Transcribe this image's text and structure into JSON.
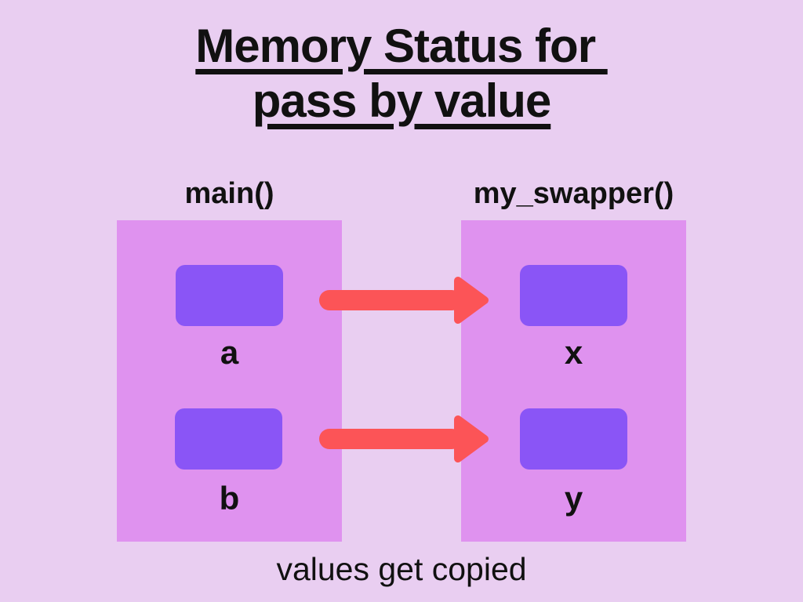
{
  "title": {
    "line1": "Memory Status for ",
    "line2": "pass by value"
  },
  "caption": "values get copied",
  "colors": {
    "background": "#e9cef1",
    "panel": "#df92ef",
    "value_box": "#8a55f6",
    "arrow": "#fc5457",
    "text": "#111111"
  },
  "functions": [
    {
      "name": "main()",
      "variables": [
        {
          "label": "a"
        },
        {
          "label": "b"
        }
      ]
    },
    {
      "name": "my_swapper()",
      "variables": [
        {
          "label": "x"
        },
        {
          "label": "y"
        }
      ]
    }
  ],
  "arrows": [
    {
      "from": "a",
      "to": "x",
      "direction": "right"
    },
    {
      "from": "b",
      "to": "y",
      "direction": "right"
    }
  ]
}
